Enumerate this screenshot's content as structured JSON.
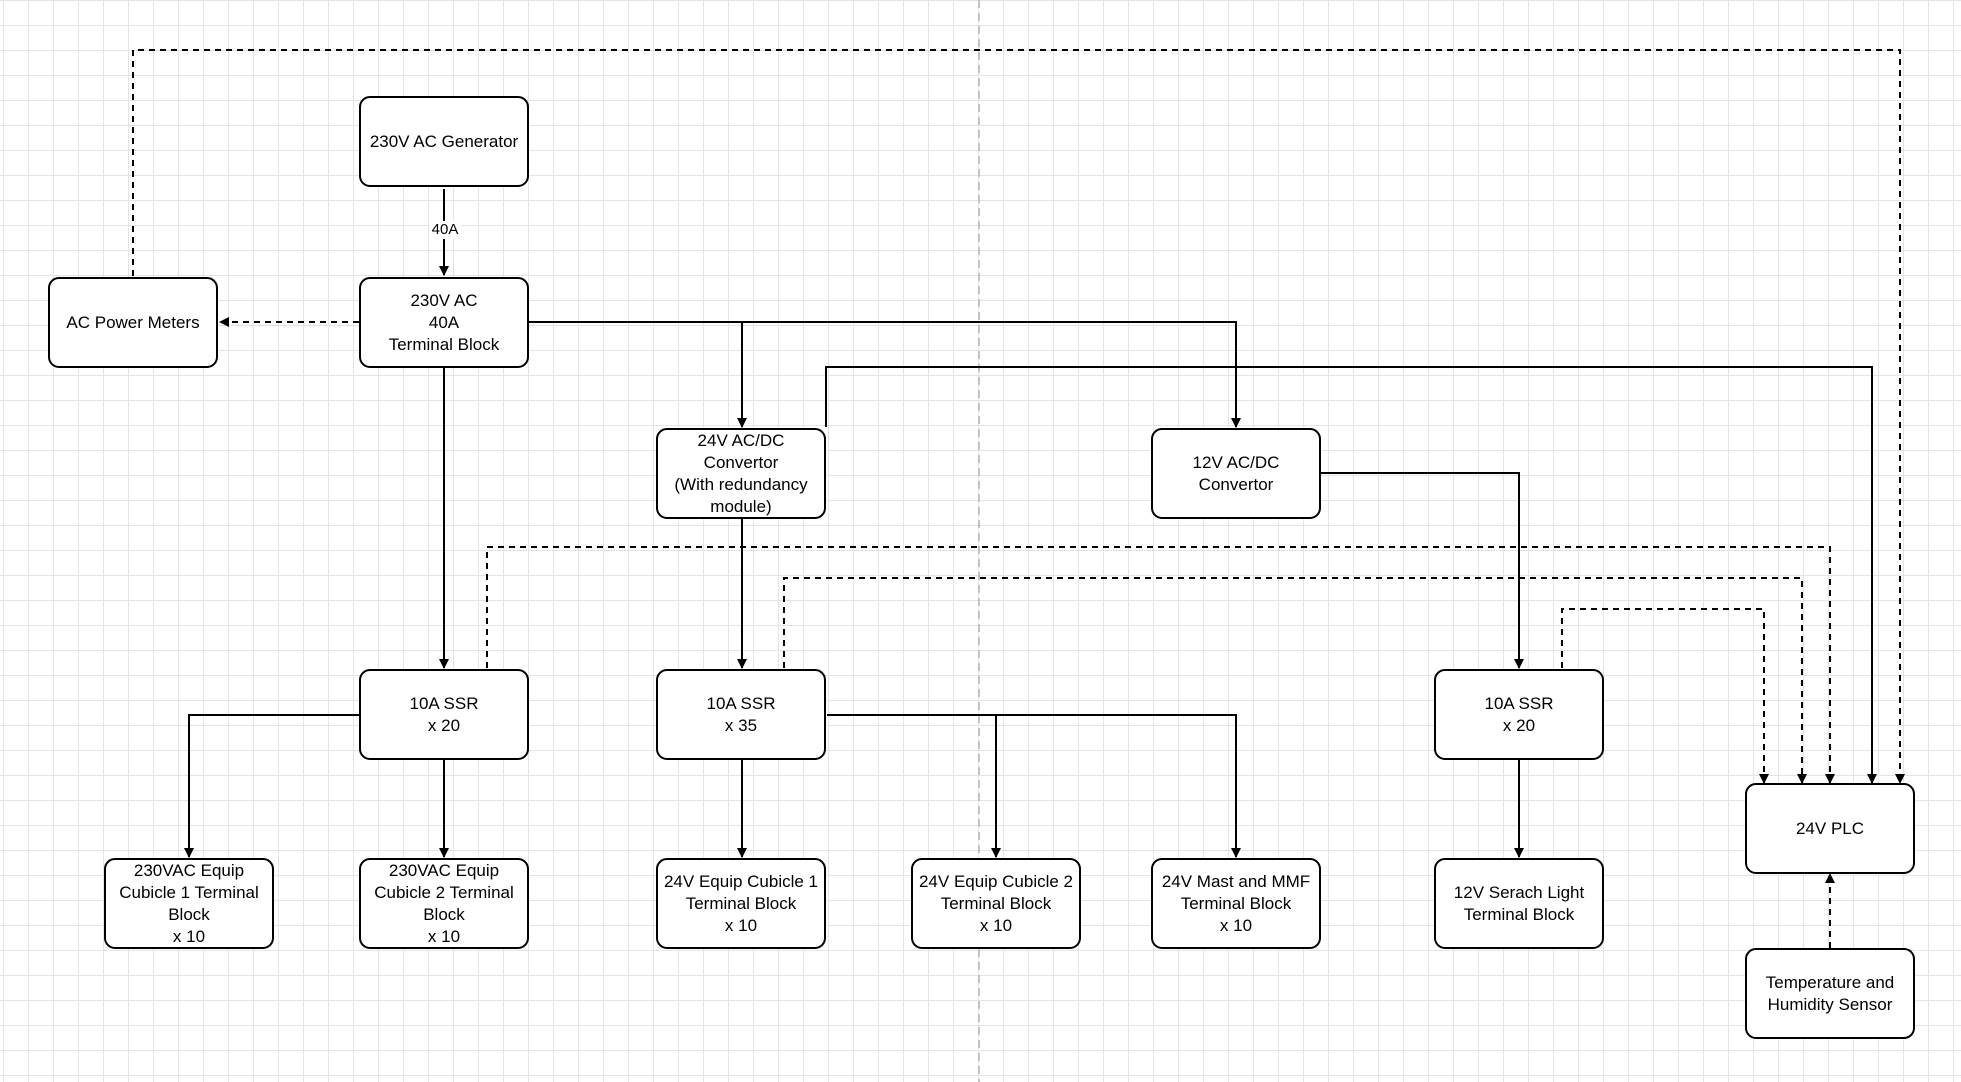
{
  "diagram": {
    "nodes": [
      {
        "id": "generator",
        "label": "230V AC Generator"
      },
      {
        "id": "ac-terminal-block",
        "label": "230V AC\n40A\nTerminal Block"
      },
      {
        "id": "ac-power-meters",
        "label": "AC Power Meters"
      },
      {
        "id": "convertor-24v",
        "label": "24V AC/DC Convertor\n(With redundancy\nmodule)"
      },
      {
        "id": "convertor-12v",
        "label": "12V AC/DC Convertor"
      },
      {
        "id": "ssr-230",
        "label": "10A SSR\nx 20"
      },
      {
        "id": "ssr-24",
        "label": "10A SSR\nx 35"
      },
      {
        "id": "ssr-12",
        "label": "10A SSR\nx 20"
      },
      {
        "id": "equip-230-1",
        "label": "230VAC Equip\nCubicle 1 Terminal\nBlock\nx 10"
      },
      {
        "id": "equip-230-2",
        "label": "230VAC Equip\nCubicle 2 Terminal\nBlock\nx 10"
      },
      {
        "id": "equip-24-1",
        "label": "24V Equip Cubicle 1\nTerminal Block\nx 10"
      },
      {
        "id": "equip-24-2",
        "label": "24V Equip Cubicle 2\nTerminal Block\nx 10"
      },
      {
        "id": "mast-mmf",
        "label": "24V Mast and MMF\nTerminal Block\nx 10"
      },
      {
        "id": "search-light",
        "label": "12V Serach Light\nTerminal Block"
      },
      {
        "id": "plc",
        "label": "24V PLC"
      },
      {
        "id": "temp-humidity",
        "label": "Temperature and\nHumidity Sensor"
      }
    ],
    "edges": [
      {
        "from": "generator",
        "to": "ac-terminal-block",
        "style": "solid",
        "label": "40A"
      },
      {
        "from": "ac-terminal-block",
        "to": "ac-power-meters",
        "style": "dashed",
        "label": ""
      },
      {
        "from": "ac-terminal-block",
        "to": "convertor-24v",
        "style": "solid",
        "label": ""
      },
      {
        "from": "ac-terminal-block",
        "to": "convertor-12v",
        "style": "solid",
        "label": ""
      },
      {
        "from": "ac-terminal-block",
        "to": "ssr-230",
        "style": "solid",
        "label": ""
      },
      {
        "from": "ssr-230",
        "to": "equip-230-1",
        "style": "solid",
        "label": ""
      },
      {
        "from": "ssr-230",
        "to": "equip-230-2",
        "style": "solid",
        "label": ""
      },
      {
        "from": "convertor-24v",
        "to": "ssr-24",
        "style": "solid",
        "label": ""
      },
      {
        "from": "ssr-24",
        "to": "equip-24-1",
        "style": "solid",
        "label": ""
      },
      {
        "from": "ssr-24",
        "to": "equip-24-2",
        "style": "solid",
        "label": ""
      },
      {
        "from": "ssr-24",
        "to": "mast-mmf",
        "style": "solid",
        "label": ""
      },
      {
        "from": "convertor-12v",
        "to": "ssr-12",
        "style": "solid",
        "label": ""
      },
      {
        "from": "ssr-12",
        "to": "search-light",
        "style": "solid",
        "label": ""
      },
      {
        "from": "convertor-24v",
        "to": "plc",
        "style": "solid",
        "label": ""
      },
      {
        "from": "ac-power-meters",
        "to": "plc",
        "style": "dashed",
        "label": ""
      },
      {
        "from": "ssr-230",
        "to": "plc",
        "style": "dashed",
        "label": ""
      },
      {
        "from": "ssr-24",
        "to": "plc",
        "style": "dashed",
        "label": ""
      },
      {
        "from": "ssr-12",
        "to": "plc",
        "style": "dashed",
        "label": ""
      },
      {
        "from": "temp-humidity",
        "to": "plc",
        "style": "dashed",
        "label": ""
      }
    ]
  },
  "colors": {
    "line": "#000000",
    "grid": "#e4e4e4",
    "page_break": "#b3b3b3",
    "node_fill": "#ffffff"
  }
}
